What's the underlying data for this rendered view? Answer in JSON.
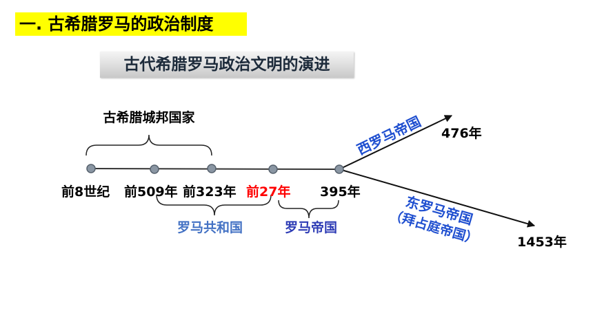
{
  "header": {
    "title": "一. 古希腊罗马的政治制度"
  },
  "subtitle": {
    "text": "古代希腊罗马政治文明的演进"
  },
  "timeline": {
    "greek_period": "古希腊城邦国家",
    "points": [
      "前8世纪",
      "前509年",
      "前323年",
      "前27年",
      "395年"
    ],
    "republic": "罗马共和国",
    "empire": "罗马帝国",
    "west": {
      "label": "西罗马帝国",
      "end": "476年"
    },
    "east": {
      "label": "东罗马帝国",
      "sublabel": "（拜占庭帝国）",
      "end": "1453年"
    }
  },
  "colors": {
    "title_highlight": "#ffff00",
    "emphasis_red": "#ff0000",
    "republic_blue": "#4472c4",
    "empire_blue": "#2e3cb5",
    "branch_blue": "#1f4fd0"
  }
}
